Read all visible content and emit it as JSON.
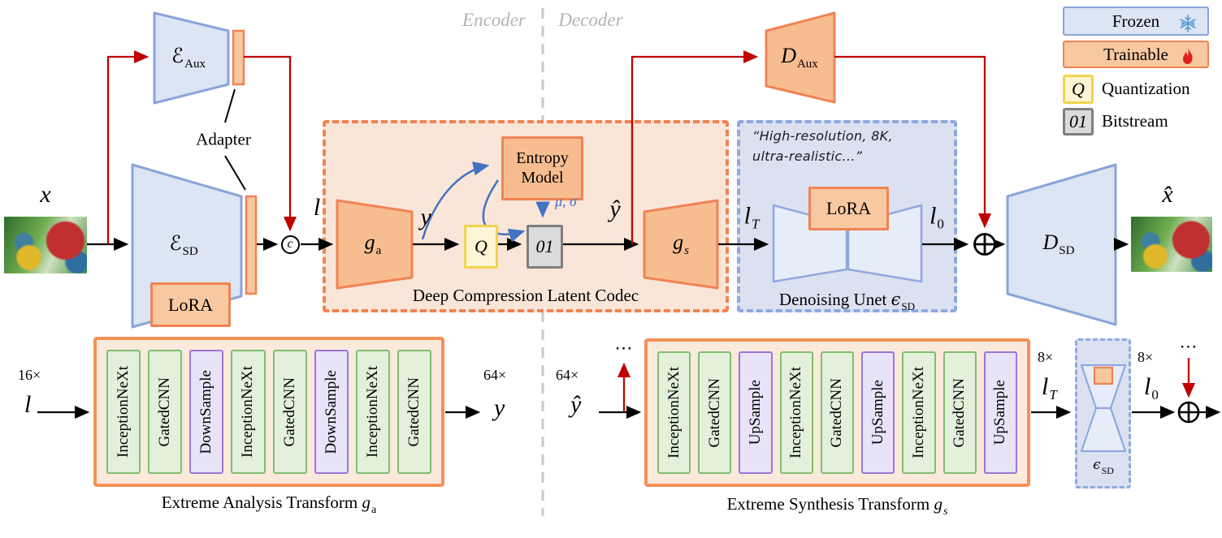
{
  "sections": {
    "encoder": "Encoder",
    "decoder": "Decoder"
  },
  "symbols": {
    "x": "x",
    "x_hat": "x̂",
    "l": "l",
    "y": "y",
    "y_hat": "ŷ",
    "concat": "c",
    "mu_sigma": "μ, σ",
    "dots": "⋯",
    "l_T_base": "l",
    "l_T_sub": "T",
    "l_0_base": "l",
    "l_0_sub": "0"
  },
  "modules": {
    "e_aux_base": "ℰ",
    "e_aux_sub": "Aux",
    "e_sd_base": "ℰ",
    "e_sd_sub": "SD",
    "d_aux_base": "D",
    "d_aux_sub": "Aux",
    "d_sd_base": "D",
    "d_sd_sub": "SD",
    "g_a_base": "g",
    "g_a_sub": "a",
    "g_s_base": "g",
    "g_s_sub": "s",
    "eps_base": "ϵ",
    "eps_sub": "SD",
    "entropy_line1": "Entropy",
    "entropy_line2": "Model",
    "lora_encoder": "LoRA",
    "lora_unet": "LoRA",
    "adapter": "Adapter",
    "q_symbol": "Q",
    "bits_symbol": "01",
    "codec_title": "Deep Compression Latent Codec",
    "unet_title_pre": "Denoising Unet ",
    "prompt_line1": "“High-resolution, 8K,",
    "prompt_line2": "ultra-realistic...”"
  },
  "legend": {
    "frozen": "Frozen",
    "trainable": "Trainable",
    "q_symbol": "Q",
    "quantization": "Quantization",
    "bits_symbol": "01",
    "bitstream": "Bitstream"
  },
  "analysis": {
    "in_scale": "16×",
    "in_symbol": "l",
    "out_scale": "64×",
    "out_symbol": "y",
    "title_pre": "Extreme Analysis Transform ",
    "title_base": "g",
    "title_sub": "a",
    "blocks": [
      {
        "label": "InceptionNeXt"
      },
      {
        "label": "GatedCNN"
      },
      {
        "label": "DownSample"
      },
      {
        "label": "InceptionNeXt"
      },
      {
        "label": "GatedCNN"
      },
      {
        "label": "DownSample"
      },
      {
        "label": "InceptionNeXt"
      },
      {
        "label": "GatedCNN"
      }
    ]
  },
  "synthesis": {
    "in_scale": "64×",
    "in_symbol": "ŷ",
    "mid_scale": "8×",
    "out_scale": "8×",
    "title_pre": "Extreme Synthesis Transform ",
    "title_base": "g",
    "title_sub": "s",
    "blocks": [
      {
        "label": "InceptionNeXt"
      },
      {
        "label": "GatedCNN"
      },
      {
        "label": "UpSample"
      },
      {
        "label": "InceptionNeXt"
      },
      {
        "label": "GatedCNN"
      },
      {
        "label": "UpSample"
      },
      {
        "label": "InceptionNeXt"
      },
      {
        "label": "GatedCNN"
      },
      {
        "label": "UpSample"
      }
    ]
  },
  "colors": {
    "red_line": "#C00000",
    "blue_arrow": "#4472C4",
    "frozen_fill": "#DBE5F4",
    "frozen_border": "#89A5D8",
    "trainable_fill": "#F8C8A0",
    "trainable_border": "#F08354",
    "quant_fill": "#FDF5D5",
    "quant_border": "#F0D44F",
    "bits_fill": "#DBDBDB",
    "bits_border": "#7E7E7E",
    "green_fill": "#E3F0DB",
    "purple_fill": "#E8E3F8"
  }
}
